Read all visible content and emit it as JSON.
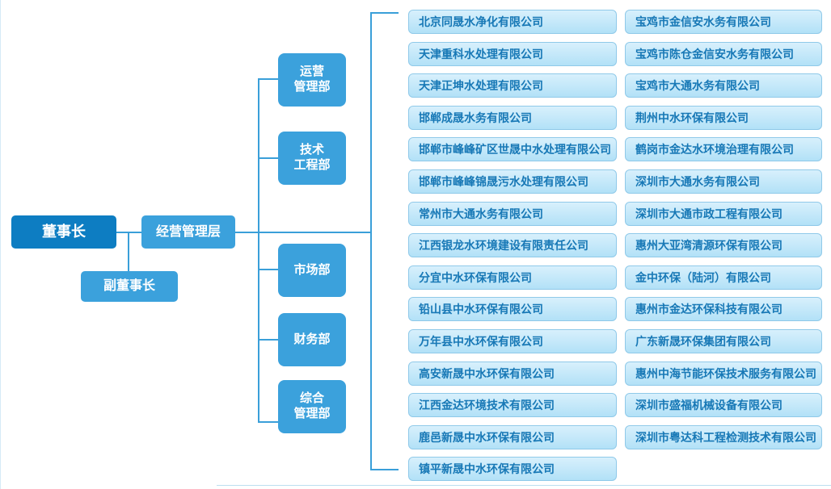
{
  "org": {
    "chairman": "董事长",
    "vice_chairman": "副董事长",
    "management_layer": "经营管理层",
    "departments": [
      "运营\n管理部",
      "技术\n工程部",
      "市场部",
      "财务部",
      "综合\n管理部"
    ],
    "subsidiaries_left": [
      "北京同晟水净化有限公司",
      "天津重科水处理有限公司",
      "天津正坤水处理有限公司",
      "邯郸成晟水务有限公司",
      "邯郸市峰峰矿区世晟中水处理有限公司",
      "邯郸市峰峰锦晟污水处理有限公司",
      "常州市大通水务有限公司",
      "江西银龙水环境建设有限责任公司",
      "分宜中水环保有限公司",
      "铅山县中水环保有限公司",
      "万年县中水环保有限公司",
      "高安新晟中水环保有限公司",
      "江西金达环境技术有限公司",
      "鹿邑新晟中水环保有限公司",
      "镇平新晟中水环保有限公司"
    ],
    "subsidiaries_right": [
      "宝鸡市金信安水务有限公司",
      "宝鸡市陈仓金信安水务有限公司",
      "宝鸡市大通水务有限公司",
      "荆州中水环保有限公司",
      "鹤岗市金达水环境治理有限公司",
      "深圳市大通水务有限公司",
      "深圳市大通市政工程有限公司",
      "惠州大亚湾清源环保有限公司",
      "金中环保（陆河）有限公司",
      "惠州市金达环保科技有限公司",
      "广东新晟环保集团有限公司",
      "惠州中海节能环保技术服务有限公司",
      "深圳市盛福机械设备有限公司",
      "深圳市粤达科工程检测技术有限公司"
    ],
    "colors": {
      "chairman_box": "#0d7dc2",
      "mid_box": "#3ba1dc",
      "connector": "#3a9fd9",
      "subsidiary_fill": "#b2e1f7",
      "subsidiary_border": "#8fc9e9",
      "subsidiary_text": "#1778b6"
    }
  }
}
